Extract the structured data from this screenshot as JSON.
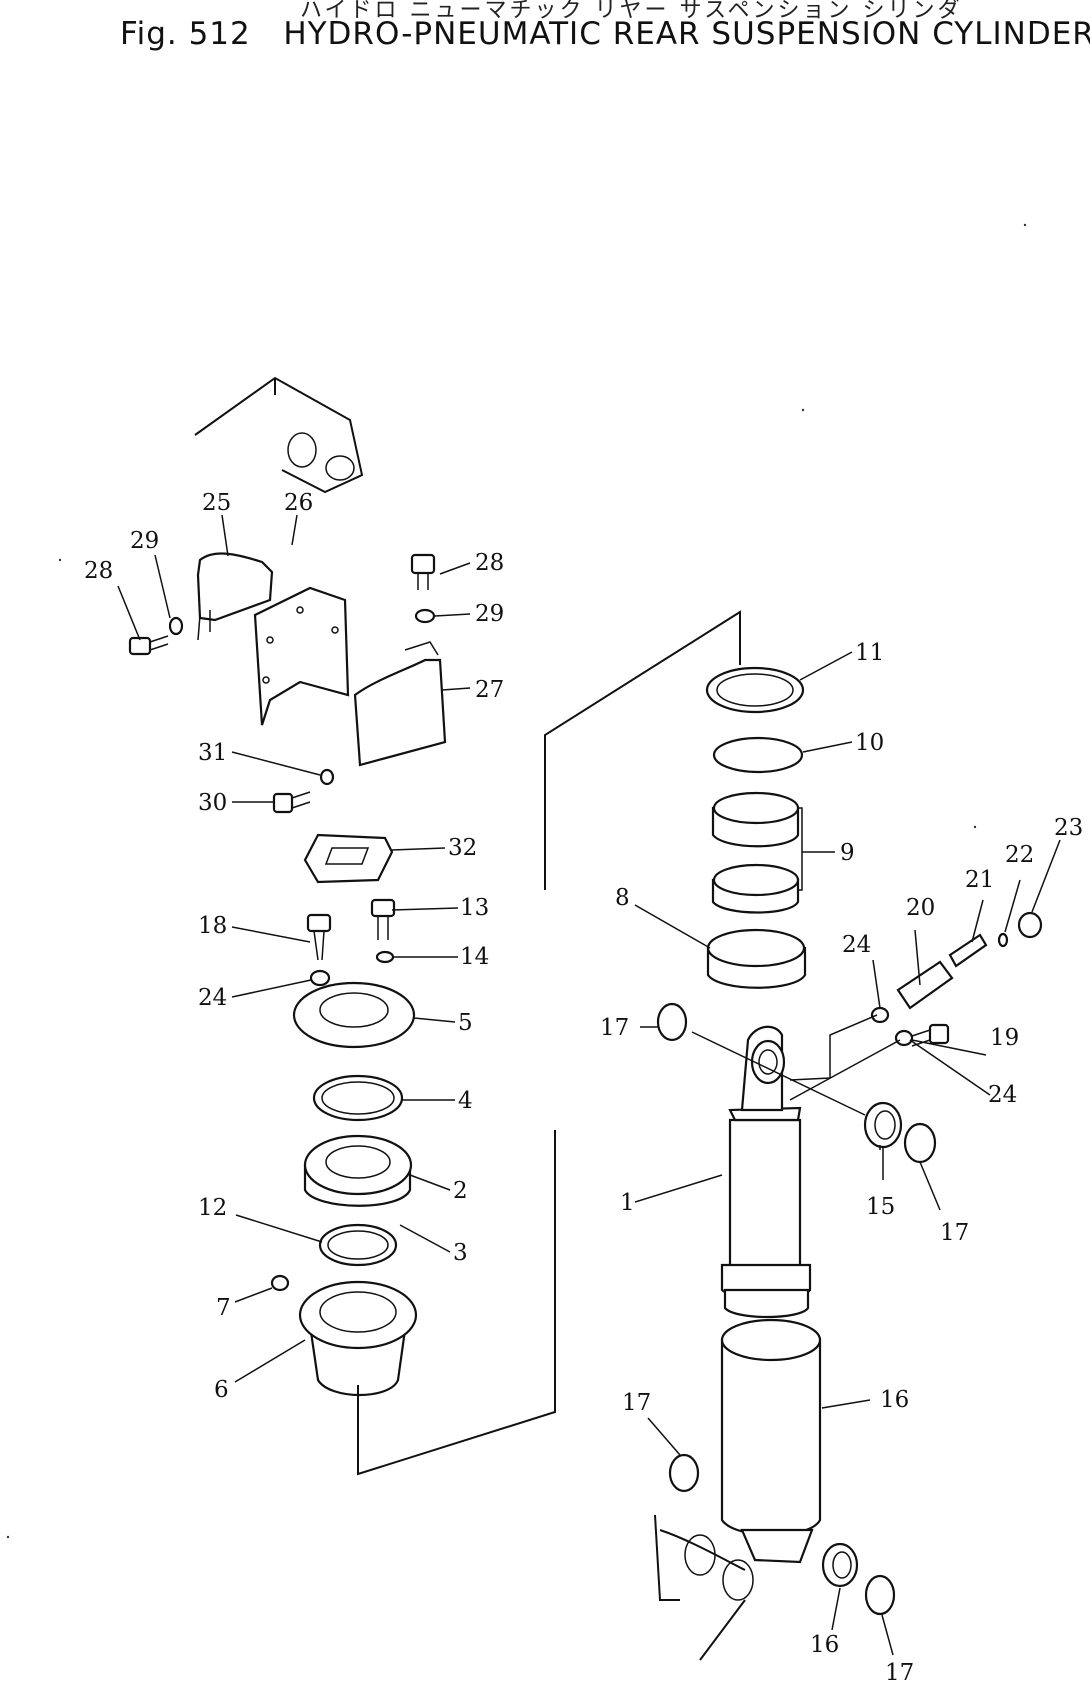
{
  "figure": {
    "jp_caption": "ハイドロ ニューマチック リヤー サスペンション シリンダ",
    "fig_label": "Fig. 512",
    "title": "HYDRO-PNEUMATIC REAR SUSPENSION CYLINDER"
  },
  "callouts": [
    "1",
    "2",
    "3",
    "4",
    "5",
    "6",
    "7",
    "8",
    "9",
    "10",
    "11",
    "12",
    "13",
    "14",
    "15",
    "16",
    "16",
    "17",
    "17",
    "17",
    "17",
    "18",
    "19",
    "20",
    "21",
    "22",
    "23",
    "24",
    "24",
    "24",
    "25",
    "26",
    "27",
    "28",
    "28",
    "29",
    "29",
    "30",
    "31",
    "32"
  ]
}
